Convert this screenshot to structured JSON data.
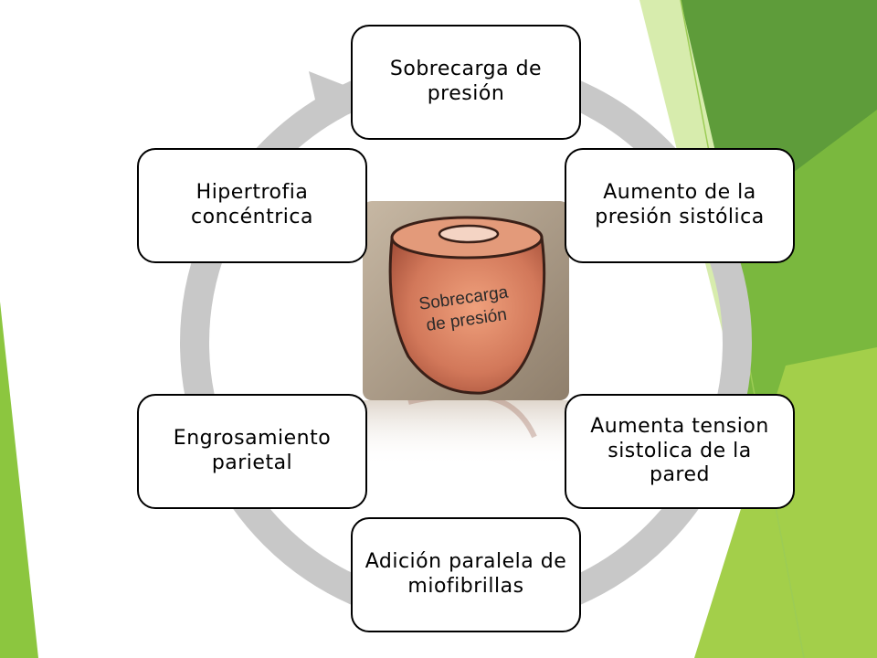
{
  "colors": {
    "ring": "#c8c8c8",
    "green_dark": "#5e9c3a",
    "green_mid": "#7ab83e",
    "green_light": "#a3cf4a",
    "node_border": "#000000",
    "heart_fill": "#d2785a"
  },
  "cycle": {
    "nodes": [
      {
        "label": "Sobrecarga de presión"
      },
      {
        "label": "Aumento de la presión sistólica"
      },
      {
        "label": "Aumenta tension sistolica de la pared"
      },
      {
        "label": "Adición paralela de miofibrillas"
      },
      {
        "label": "Engrosamiento parietal"
      },
      {
        "label": "Hipertrofia concéntrica"
      }
    ]
  },
  "center_image": {
    "line1": "Sobrecarga",
    "line2": "de presión"
  }
}
